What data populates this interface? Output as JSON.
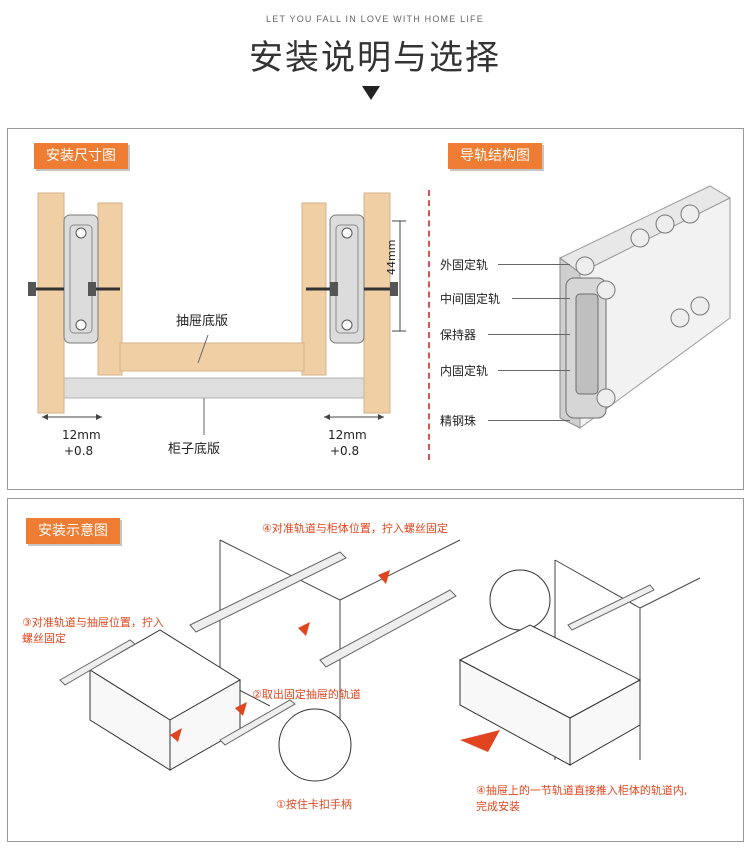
{
  "header": {
    "subtitle": "LET YOU FALL IN LOVE WITH HOME LIFE",
    "title": "安装说明与选择"
  },
  "panel_top": {
    "tag_left": "安装尺寸图",
    "tag_right": "导轨结构图",
    "drawer_bottom_label": "抽屉底版",
    "cabinet_bottom_label": "柜子底版",
    "gap_left": "12mm",
    "gap_left_tol": "+0.8",
    "gap_right": "12mm",
    "gap_right_tol": "+0.8",
    "height_dim": "44mm",
    "rail_parts": [
      "外固定轨",
      "中间固定轨",
      "保持器",
      "内固定轨",
      "精钢珠"
    ]
  },
  "panel_bottom": {
    "tag": "安装示意图",
    "step4_top": "④对准轨道与柜体位置，拧入螺丝固定",
    "step3_line1": "③对准轨道与抽屉位置，拧入",
    "step3_line2": "螺丝固定",
    "step2": "②取出固定抽屉的轨道",
    "step1": "①按住卡扣手柄",
    "step4b_line1": "④抽屉上的一节轨道直接推入柜体的轨道内,",
    "step4b_line2": "完成安装"
  },
  "colors": {
    "accent": "#ee7d33",
    "wood": "#f0cfa4",
    "annotation": "#e0451f",
    "guide_dashed": "#d9534f"
  }
}
